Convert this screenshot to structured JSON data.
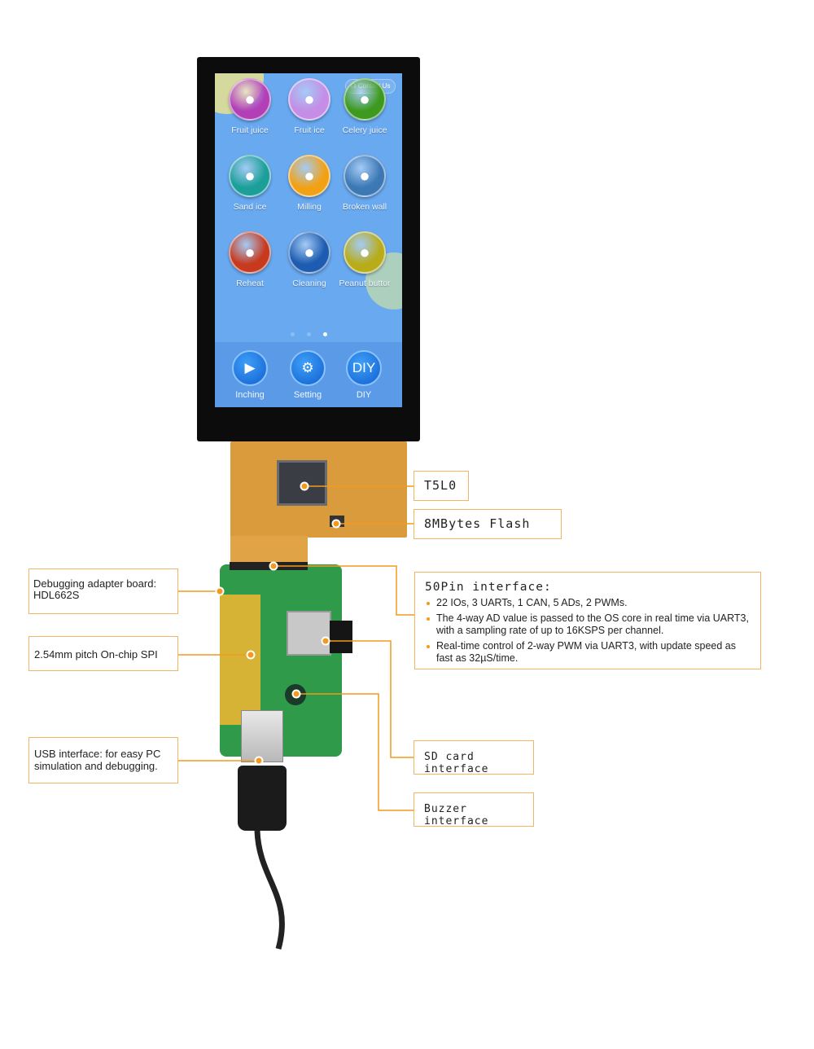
{
  "screen": {
    "contact_label": "Contact Us",
    "apps": [
      {
        "label": "Fruit juice",
        "icon": "cocktail-icon",
        "color": "#b23fb6"
      },
      {
        "label": "Fruit ice",
        "icon": "cup-icon",
        "color": "#c58de6"
      },
      {
        "label": "Celery juice",
        "icon": "juice-box-icon",
        "color": "#3e9a1f"
      },
      {
        "label": "Sand ice",
        "icon": "drinks-icon",
        "color": "#1b9f98"
      },
      {
        "label": "Milling",
        "icon": "grinder-icon",
        "color": "#f2a114"
      },
      {
        "label": "Broken wall",
        "icon": "blender-icon",
        "color": "#3c78b4"
      },
      {
        "label": "Reheat",
        "icon": "bowl-icon",
        "color": "#c73a1e"
      },
      {
        "label": "Cleaning",
        "icon": "brush-icon",
        "color": "#1d5cb0"
      },
      {
        "label": "Peanut buttor",
        "icon": "peanut-icon",
        "color": "#b8ac1a"
      }
    ],
    "page_dots": 3,
    "active_page": 3,
    "dock": [
      {
        "label": "Inching",
        "icon": "play-icon",
        "glyph": "▶"
      },
      {
        "label": "Setting",
        "icon": "gear-icon",
        "glyph": "⚙"
      },
      {
        "label": "DIY",
        "icon": "diy-icon",
        "glyph": "DIY"
      }
    ]
  },
  "callouts": {
    "t5l0": "T5L0",
    "flash": "8MBytes Flash",
    "debug": [
      "Debugging adapter board:",
      "HDL662S"
    ],
    "spi": "2.54mm pitch On-chip SPI",
    "usb": [
      "USB interface:  for easy PC",
      "simulation and debugging."
    ],
    "pin50": {
      "title": "50Pin interface:",
      "bullets": [
        "22 IOs, 3 UARTs, 1 CAN, 5 ADs, 2 PWMs.",
        "The 4-way AD value is passed to the OS core in real time via UART3, with a sampling rate of up to 16KSPS per channel.",
        "Real-time control of 2-way PWM via UART3, with update speed as fast as 32µS/time."
      ]
    },
    "sd": "SD card interface",
    "buzzer": "Buzzer interface"
  },
  "accent": "#f39a1e"
}
